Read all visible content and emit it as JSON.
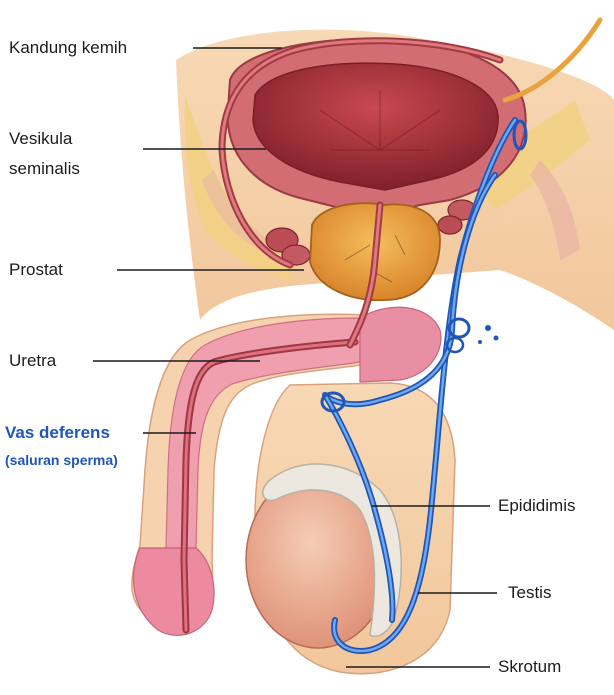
{
  "labels": {
    "kandung_kemih": "Kandung kemih",
    "vesikula_line1": "Vesikula",
    "vesikula_line2": "seminalis",
    "prostat": "Prostat",
    "uretra": "Uretra",
    "vas_deferens": "Vas deferens",
    "vas_deferens_sub": "(saluran sperma)",
    "epididimis": "Epididimis",
    "testis": "Testis",
    "skrotum": "Skrotum"
  },
  "colors": {
    "vas_deferens_accent": "#1f56b8",
    "vas_tube": "#3c7fd6",
    "bladder": "#b64349",
    "prostate": "#e9a23d",
    "skin": "#f5cfa6",
    "penile_tissue": "#ec98a7",
    "testis": "#f0b79c",
    "epididymis": "#e9e6df"
  }
}
